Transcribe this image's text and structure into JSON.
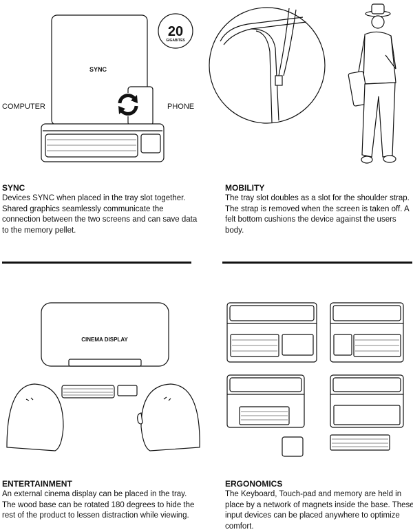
{
  "sync_panel": {
    "screen_label": "SYNC",
    "left_label": "COMPUTER",
    "right_label": "PHONE",
    "badge_number": "20",
    "badge_unit": "GIGABITES",
    "title": "SYNC",
    "body": "Devices SYNC when placed in the tray slot together. Shared graphics seamlessly communicate the connection between the two screens and can save data to the memory pellet."
  },
  "mobility_panel": {
    "title": "MOBILITY",
    "body": "The tray slot doubles as a slot for the shoulder strap. The strap is removed when the screen is taken off. A felt bottom cushions the device against the users body."
  },
  "entertainment_panel": {
    "screen_label": "CINEMA DISPLAY",
    "title": "ENTERTAINMENT",
    "body": "An external cinema display can be placed in the tray. The wood base can be rotated 180 degrees to hide the rest of the product to lessen distraction while viewing."
  },
  "ergonomics_panel": {
    "title": "ERGONOMICS",
    "body": "The Keyboard, Touch-pad and memory are held in place by a network of magnets inside the base. These input devices can be placed anywhere to optimize comfort."
  }
}
